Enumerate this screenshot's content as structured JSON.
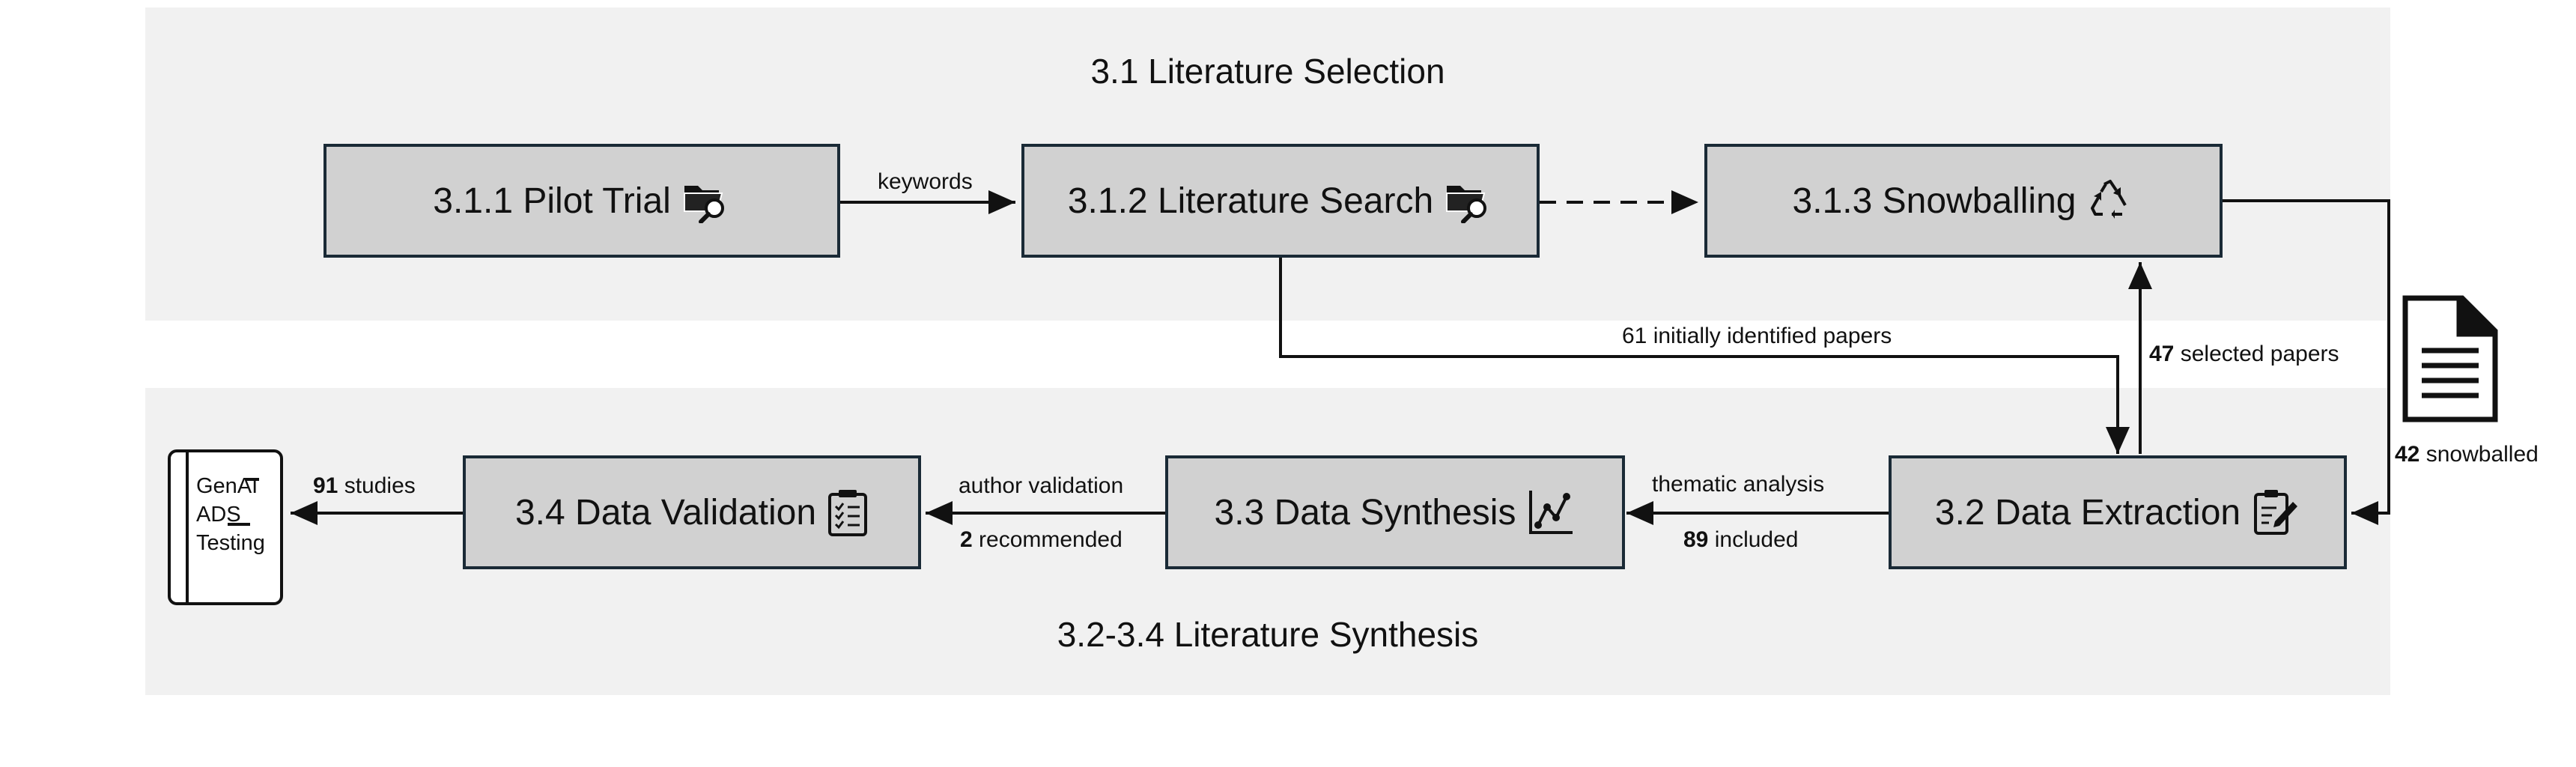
{
  "sections": {
    "selection": "3.1 Literature Selection",
    "synthesis": "3.2-3.4 Literature Synthesis"
  },
  "boxes": {
    "pilot": "3.1.1 Pilot Trial",
    "search": "3.1.2 Literature Search",
    "snowball": "3.1.3 Snowballing",
    "extraction": "3.2 Data Extraction",
    "synthesis": "3.3 Data Synthesis",
    "validation": "3.4 Data Validation"
  },
  "edges": {
    "keywords": "keywords",
    "initially": "61 initially identified papers",
    "selected_num": "47",
    "selected_text": "selected papers",
    "snowballed_num": "42",
    "snowballed_text": "snowballed",
    "thematic": "thematic analysis",
    "included_num": "89",
    "included_text": "included",
    "author": "author validation",
    "recommended_num": "2",
    "recommended_text": "recommended",
    "studies_num": "91",
    "studies_text": "studies"
  },
  "output": {
    "line1": "GenAI",
    "line2": "ADS",
    "line3": "Testing"
  },
  "colors": {
    "band": "#f1f1f1",
    "box_fill": "#d1d1d1",
    "box_border": "#1a2a36",
    "arrow": "#111111"
  }
}
